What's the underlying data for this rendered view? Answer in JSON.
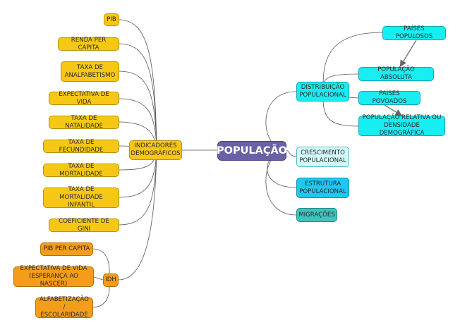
{
  "mindmap": {
    "root": "POPULAÇÃO",
    "left": {
      "indicadores": "INDICADORES\nDEMOGRÁFICOS",
      "items": [
        "PIB",
        "RENDA PER CAPITA",
        "TAXA DE\nANALFABETISMO",
        "EXPECTATIVA DE VIDA",
        "TAXA DE NATALIDADE",
        "TAXA DE FECUNDIDADE",
        "TAXA DE MORTALIDADE",
        "TAXA DE MORTALIDADE\nINFANTIL",
        "COEFICIENTE DE GINI"
      ],
      "idh": "IDH",
      "idh_items": [
        "PIB PER CAPITA",
        "EXPECTATIVA DE VIDA\n(ESPERANÇA AO NASCER)",
        "ALFABETIZAÇÃO /\nESCOLARIDADE"
      ]
    },
    "right": {
      "distribuicao": "DISTRIBUIÇÃO\nPOPULACIONAL",
      "distribuicao_items": [
        "PAÍSES POPULOSOS",
        "POPULAÇÃO ABSOLUTA",
        "PAÍSES POVOADOS",
        "POPULAÇÃO RELATIVA OU\nDENSIDADE DEMOGRÁFICA"
      ],
      "crescimento": "CRESCIMENTO\nPOPULACIONAL",
      "estrutura": "ESTRUTURA\nPOPULACIONAL",
      "migracoes": "MIGRAÇÕES"
    },
    "colors": {
      "indicators": "#f7c716",
      "idh": "#f39d1a",
      "distribution": "#16eef2",
      "growth": "#d5f9fb",
      "structure": "#1fc8f2",
      "migration": "#3ec4bf",
      "root": "#6a60a6",
      "connector": "#555555"
    }
  }
}
